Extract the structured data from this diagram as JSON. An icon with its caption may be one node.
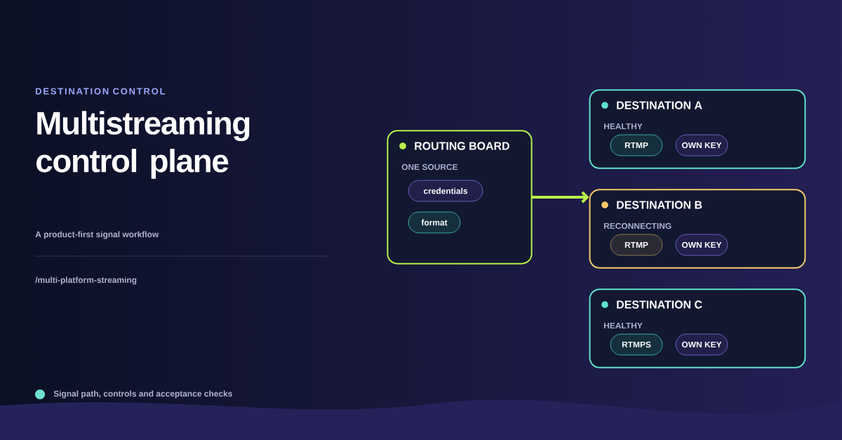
{
  "diagram": {
    "title": "Multistreaming control plane",
    "nodes": [
      {
        "text": [
          "ROUTING BOARD",
          "ONE SOURCE"
        ]
      },
      {
        "text": [
          "credentials"
        ],
        "in": 0
      },
      {
        "text": [
          "format"
        ],
        "in": 0
      },
      {
        "text": [
          "DESTINATION A",
          "HEALTHY"
        ]
      },
      {
        "text": [
          "RTMP"
        ],
        "in": 3
      },
      {
        "text": [
          "OWN KEY"
        ],
        "in": 3
      },
      {
        "text": [
          "DESTINATION B",
          "RECONNECTING"
        ]
      },
      {
        "text": [
          "RTMP"
        ],
        "in": 6
      },
      {
        "text": [
          "OWN KEY"
        ],
        "in": 6
      },
      {
        "text": [
          "DESTINATION C",
          "HEALTHY"
        ]
      },
      {
        "text": [
          "RTMPS"
        ],
        "in": 9
      },
      {
        "text": [
          "OWN KEY"
        ],
        "in": 9
      }
    ],
    "edges": [
      {
        "from": 0,
        "to": 6,
        "arrow": "to"
      }
    ],
    "labels": [
      "DESTINATION CONTROL",
      "A product-first signal workflow",
      "/multi-platform-streaming"
    ],
    "legend": [
      {
        "text": "Signal path, controls and acceptance checks",
        "color": "#6ee0cc"
      }
    ]
  }
}
